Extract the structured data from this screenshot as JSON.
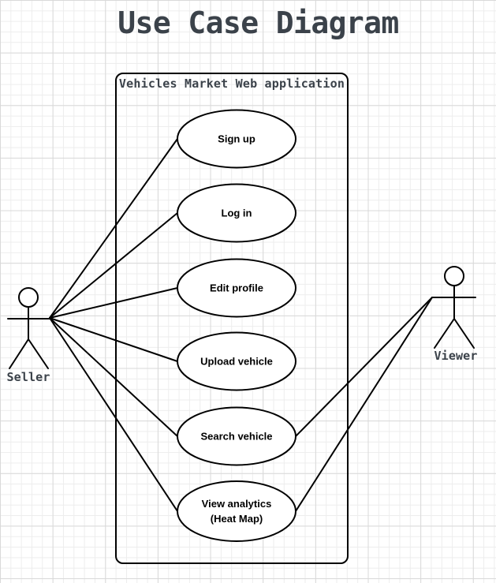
{
  "title": "Use Case Diagram",
  "system": {
    "label": "Vehicles Market Web application"
  },
  "actors": [
    {
      "name": "Seller"
    },
    {
      "name": "Viewer"
    }
  ],
  "use_cases": [
    {
      "label": "Sign up"
    },
    {
      "label": "Log in"
    },
    {
      "label": "Edit profile"
    },
    {
      "label": "Upload vehicle"
    },
    {
      "label": "Search vehicle"
    },
    {
      "label": "View analytics\n(Heat Map)"
    }
  ],
  "associations": [
    {
      "actor": "Seller",
      "use_case": "Sign up"
    },
    {
      "actor": "Seller",
      "use_case": "Log in"
    },
    {
      "actor": "Seller",
      "use_case": "Edit profile"
    },
    {
      "actor": "Seller",
      "use_case": "Upload vehicle"
    },
    {
      "actor": "Seller",
      "use_case": "Search vehicle"
    },
    {
      "actor": "Seller",
      "use_case": "View analytics (Heat Map)"
    },
    {
      "actor": "Viewer",
      "use_case": "Search vehicle"
    },
    {
      "actor": "Viewer",
      "use_case": "View analytics (Heat Map)"
    }
  ],
  "colors": {
    "shape_stroke": "#000000",
    "shape_fill": "#ffffff",
    "use_case_text": "#000000",
    "label_text": "#3b424a",
    "background": "#ffffff",
    "grid_minor": "#ededed",
    "grid_major": "#d9d9d9"
  }
}
